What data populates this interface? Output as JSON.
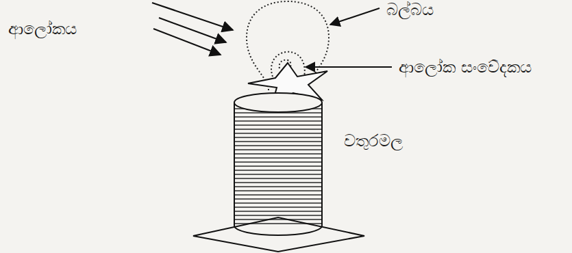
{
  "diagram": {
    "labels": [
      "ආලෝකය",
      "බල්බය",
      "ආලෝක සංවේදකය",
      "වතුරමල"
    ]
  }
}
